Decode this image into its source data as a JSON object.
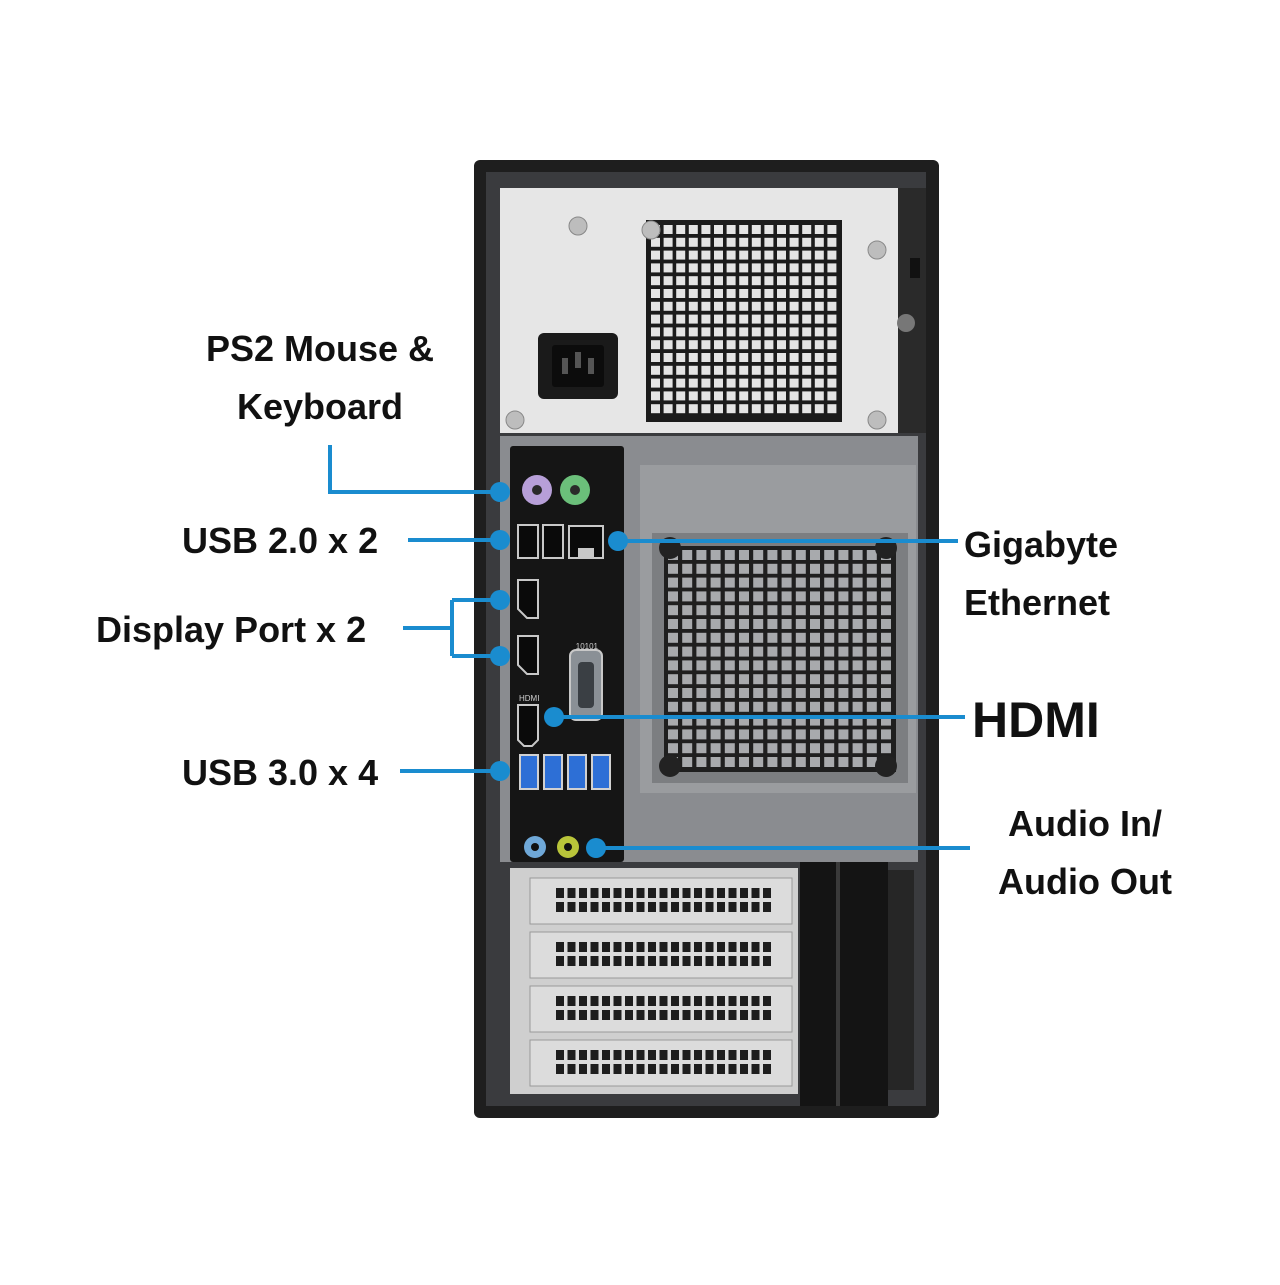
{
  "colors": {
    "callout": "#1a8ccf",
    "case_frame": "#1e1e1e",
    "psu_panel": "#e6e6e6",
    "chassis_panel": "#8a8c90",
    "io_plate": "#151515",
    "ps2_mouse": "#b79fd8",
    "ps2_keyboard": "#6bbf7a",
    "usb3_port": "#2d6fd6",
    "audio_in": "#6fa8d8",
    "audio_out": "#b9c53a"
  },
  "labels": {
    "ps2_line1": "PS2 Mouse &",
    "ps2_line2": "Keyboard",
    "usb2": "USB 2.0 x 2",
    "displayport": "Display Port x 2",
    "usb3": "USB 3.0 x 4",
    "ethernet_line1": "Gigabyte",
    "ethernet_line2": "Ethernet",
    "hdmi": "HDMI",
    "audio_line1": "Audio In/",
    "audio_line2": "Audio Out"
  },
  "port_markings": {
    "hdmi": "HDMI",
    "serial": "10101"
  }
}
